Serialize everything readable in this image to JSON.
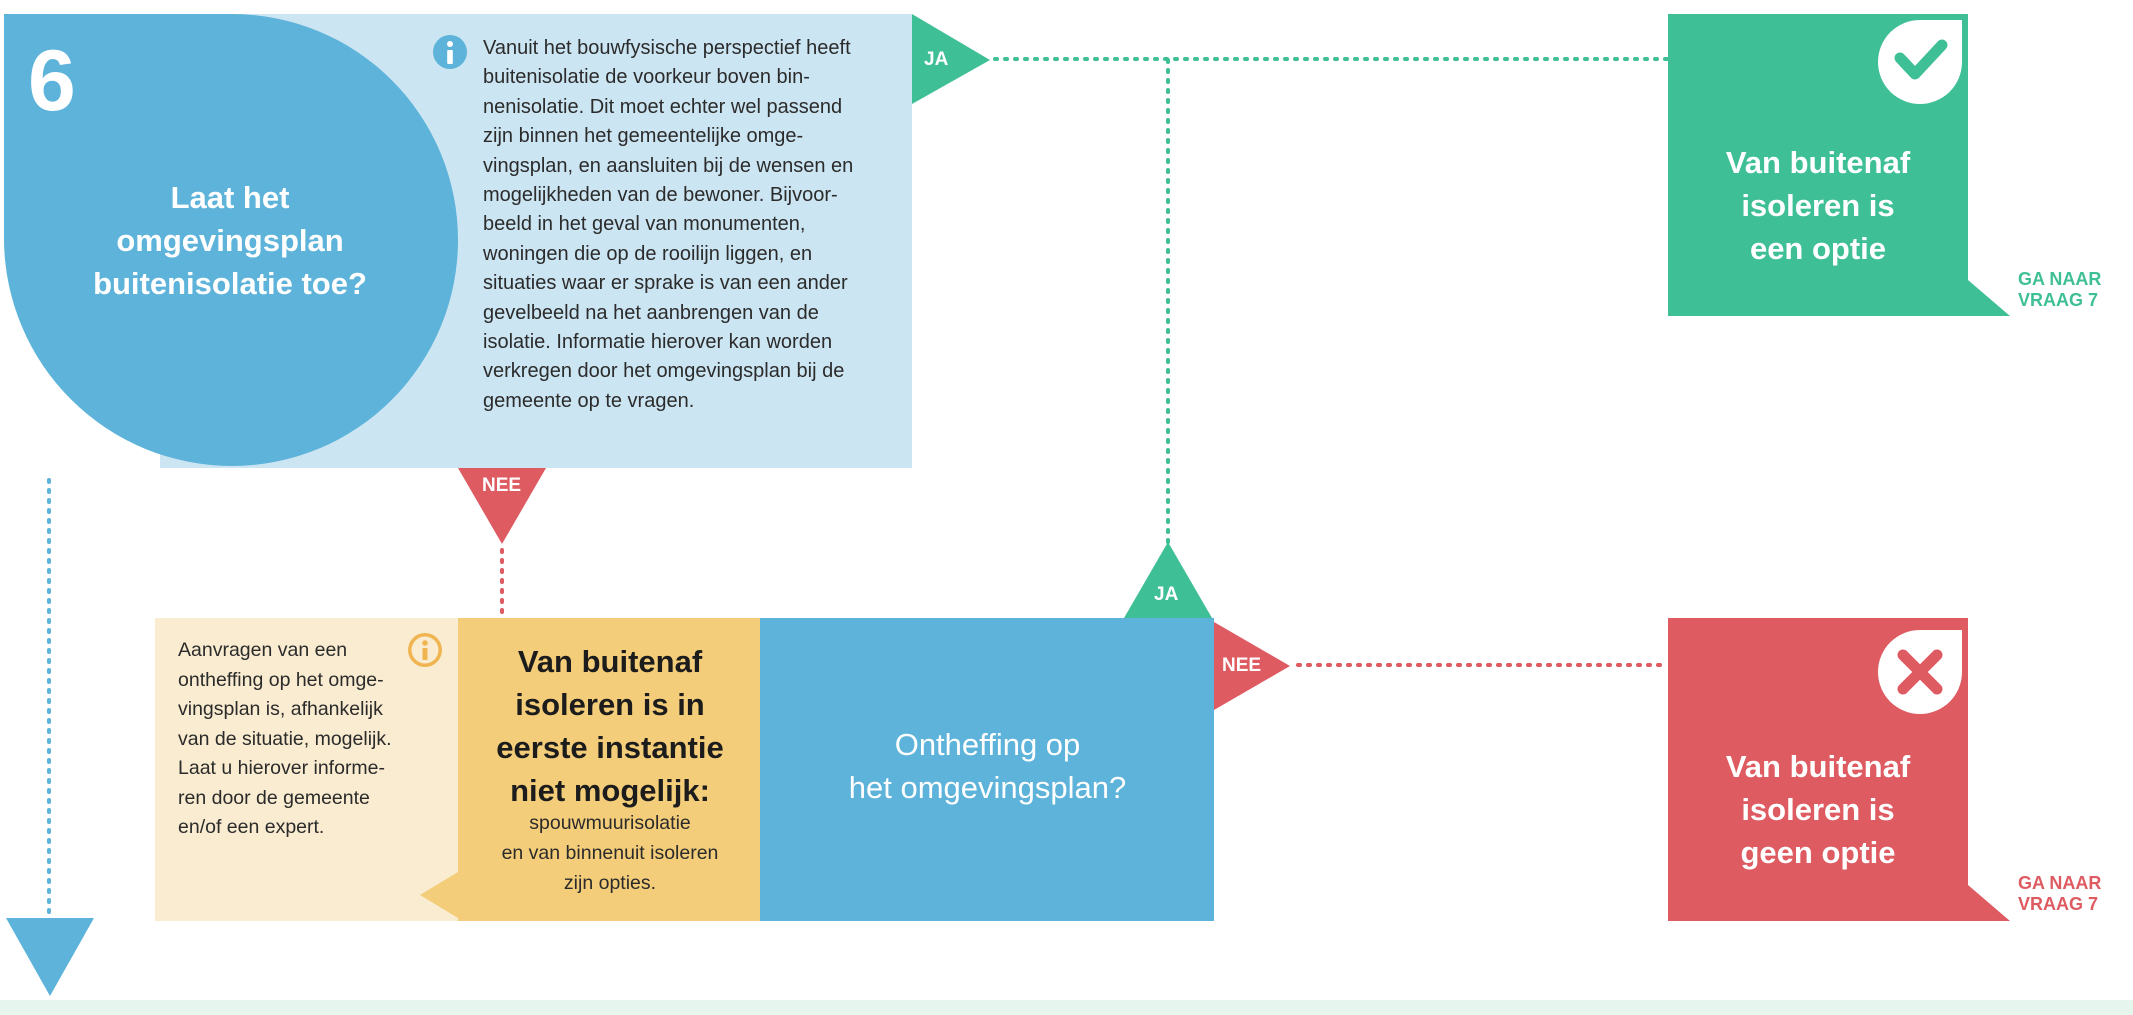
{
  "question": {
    "number": "6",
    "title": "Laat het\nomgevingsplan\nbuitenisolatie toe?",
    "info_text": "Vanuit het bouwfysische perspectief heeft\nbuitenisolatie de voorkeur boven bin-\nnenisolatie. Dit moet echter wel passend\nzijn binnen het gemeentelijke omge-\nvingsplan, en aansluiten bij de wensen en\nmogelijkheden van de bewoner. Bijvoor-\nbeeld in het geval van monumenten,\nwoningen die op de rooilijn liggen, en\nsituaties waar er sprake is van een ander\ngevelbeeld na het aanbrengen van de\nisolatie. Informatie hierover kan worden\nverkregen door het omgevingsplan bij de\ngemeente op te vragen."
  },
  "labels": {
    "ja": "JA",
    "nee": "NEE"
  },
  "result_yes": {
    "title": "Van buitenaf\nisoleren is\neen optie",
    "goto": "GA NAAR\nVRAAG 7",
    "icon": "check-icon"
  },
  "result_no": {
    "title": "Van buitenaf\nisoleren is\ngeen optie",
    "goto": "GA NAAR\nVRAAG 7",
    "icon": "cross-icon"
  },
  "exemption": {
    "note": "Aanvragen van een\nontheffing op het omge-\nvingsplan is, afhankelijk\nvan de situatie, mogelijk.\nLaat u hierover informe-\nren door de gemeente\nen/of een expert.",
    "outcome_title": "Van buitenaf\nisoleren is in\neerste instantie\nniet mogelijk:",
    "outcome_sub": "spouwmuurisolatie\nen van binnenuit isoleren\nzijn opties.",
    "question": "Ontheffing op\nhet omgevingsplan?"
  },
  "colors": {
    "blue": "#5db3d9",
    "light_blue": "#cce5f2",
    "green": "#3fbf96",
    "red": "#de5b62",
    "yellow": "#f3cd79",
    "cream": "#f9ecd0",
    "info_orange": "#f0b450",
    "info_blue": "#5db3d9"
  }
}
